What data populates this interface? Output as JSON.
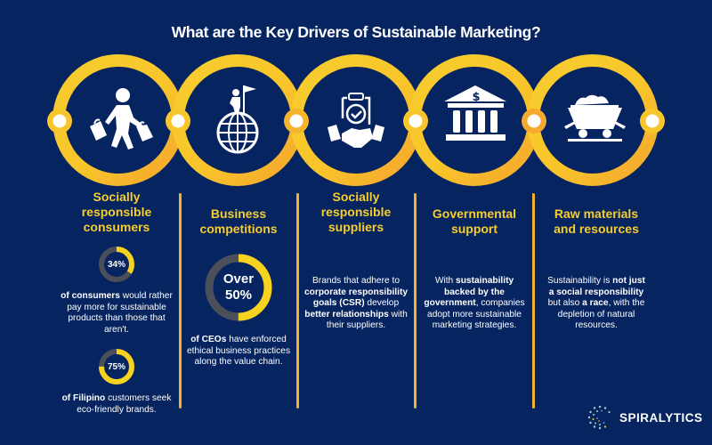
{
  "title": "What are the Key Drivers of Sustainable Marketing?",
  "colors": {
    "background": "#062460",
    "ring_yellow": "#f7cd2e",
    "ring_orange": "#f5a92e",
    "heading_yellow": "#f7cd2e",
    "divider": "#f2b22e",
    "donut_track": "#4a4f5a",
    "donut_fill": "#f7d21e"
  },
  "drivers": [
    {
      "icon": "shopper-with-bags-icon",
      "title_lines": [
        "Socially",
        "responsible",
        "consumers"
      ],
      "stats": [
        {
          "value": "34%",
          "percent": 34,
          "text_bold": "of consumers",
          "text_rest": " would rather pay more for sustainable products than those that aren't."
        },
        {
          "value": "75%",
          "percent": 75,
          "text_bold": "of Filipino",
          "text_rest": " customers seek eco-friendly brands."
        }
      ]
    },
    {
      "icon": "person-on-globe-with-flag-icon",
      "title_lines": [
        "Business",
        "competitions"
      ],
      "stat": {
        "value_line1": "Over",
        "value_line2": "50%",
        "percent": 50,
        "text_bold": "of CEOs",
        "text_rest": " have enforced ethical business practices along the value chain."
      }
    },
    {
      "icon": "clipboard-handshake-icon",
      "title_lines": [
        "Socially",
        "responsible",
        "suppliers"
      ],
      "body": [
        {
          "t": "Brands that adhere to ",
          "b": false
        },
        {
          "t": "corporate responsibility goals (CSR)",
          "b": true
        },
        {
          "t": " develop ",
          "b": false
        },
        {
          "t": "better relationships",
          "b": true
        },
        {
          "t": " with their suppliers.",
          "b": false
        }
      ]
    },
    {
      "icon": "government-bank-dollar-icon",
      "title_lines": [
        "Governmental",
        "support"
      ],
      "body": [
        {
          "t": "With ",
          "b": false
        },
        {
          "t": "sustainability backed by the government",
          "b": true
        },
        {
          "t": ", companies adopt more sustainable marketing strategies.",
          "b": false
        }
      ]
    },
    {
      "icon": "mine-cart-icon",
      "title_lines": [
        "Raw materials",
        "and resources"
      ],
      "body": [
        {
          "t": "Sustainability is ",
          "b": false
        },
        {
          "t": "not just a social responsibility",
          "b": true
        },
        {
          "t": " but also ",
          "b": false
        },
        {
          "t": "a race",
          "b": true
        },
        {
          "t": ", with the depletion of natural resources.",
          "b": false
        }
      ]
    }
  ],
  "brand": {
    "name": "SPIRALYTICS",
    "icon": "spiral-dots-logo-icon"
  }
}
